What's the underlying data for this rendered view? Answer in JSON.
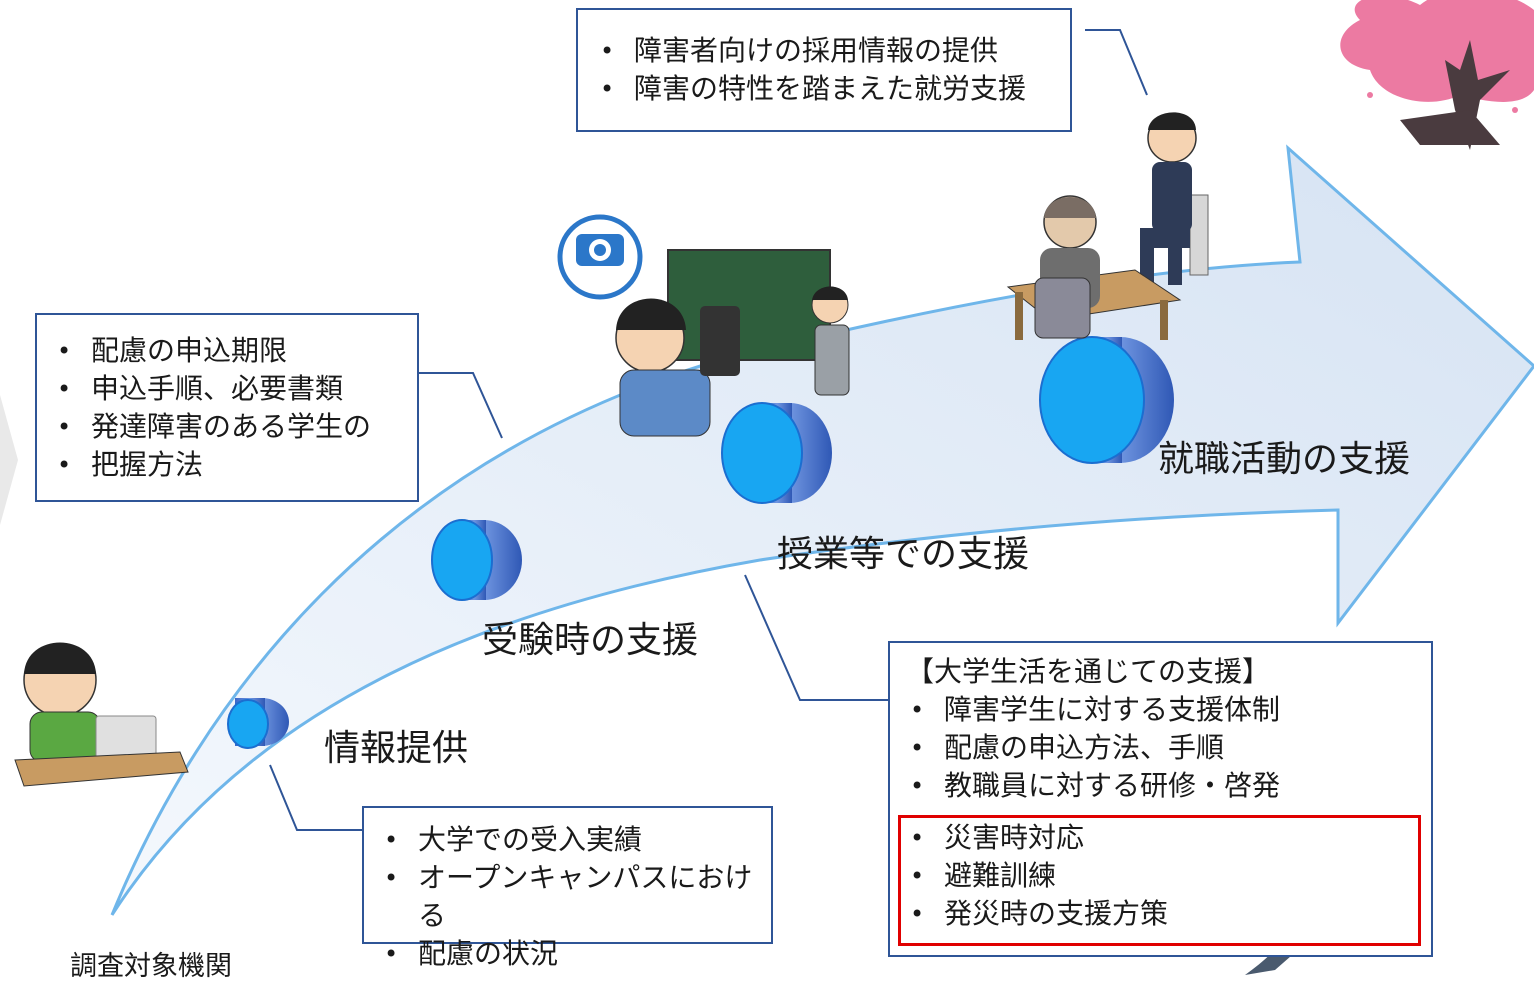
{
  "stages": {
    "info": "情報提供",
    "exam": "受験時の支援",
    "classes": "授業等での支援",
    "job": "就職活動の支援"
  },
  "callouts": {
    "top": {
      "items": [
        "障害者向けの採用情報の提供",
        "障害の特性を踏まえた就労支援"
      ]
    },
    "left": {
      "items": [
        "配慮の申込期限",
        "申込手順、必要書類",
        "発達障害のある学生の",
        "把握方法"
      ]
    },
    "bottom": {
      "items": [
        "大学での受入実績",
        "オープンキャンパスにおける",
        "配慮の状況"
      ]
    },
    "right": {
      "heading": "【大学生活を通じての支援】",
      "items": [
        "障害学生に対する支援体制",
        "配慮の申込方法、手順",
        "教職員に対する研修・啓発"
      ],
      "highlight_items": [
        "災害時対応",
        "避難訓練",
        "発災時の支援方策"
      ]
    }
  },
  "footer": {
    "label": "調査対象機関"
  },
  "icons": {
    "camera_badge": "OK"
  },
  "colors": {
    "arrow_fill": "#dde8f6",
    "arrow_edge": "#6fb6ea",
    "cylinder": "#1ea7f0",
    "callout_border": "#2f5597",
    "highlight_border": "#e00000"
  }
}
